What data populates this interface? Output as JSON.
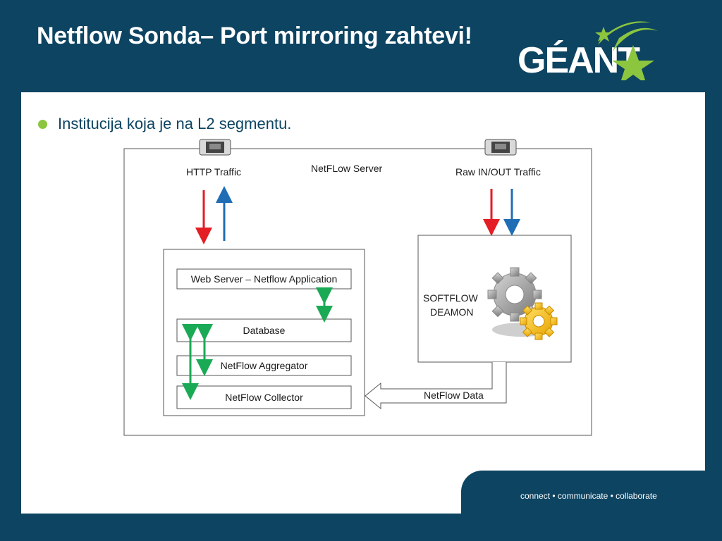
{
  "slide": {
    "title": "Netflow Sonda– Port mirroring zahtevi!",
    "logo_text": "GÉANT",
    "bullet": "Institucija koja je na L2 segmentu.",
    "footer": "connect • communicate • collaborate"
  },
  "diagram": {
    "server_label": "NetFLow Server",
    "http_traffic": "HTTP Traffic",
    "raw_traffic": "Raw IN/OUT Traffic",
    "web_server": "Web Server – Netflow Application",
    "database": "Database",
    "aggregator": "NetFlow Aggregator",
    "collector": "NetFlow Collector",
    "softflow_line1": "SOFTFLOW",
    "softflow_line2": "DEAMON",
    "netflow_data": "NetFlow Data"
  },
  "colors": {
    "navy": "#0d4462",
    "green": "#8cc63f",
    "arrow_red": "#e31e24",
    "arrow_blue": "#1f6db5",
    "arrow_green": "#1aaa55"
  }
}
